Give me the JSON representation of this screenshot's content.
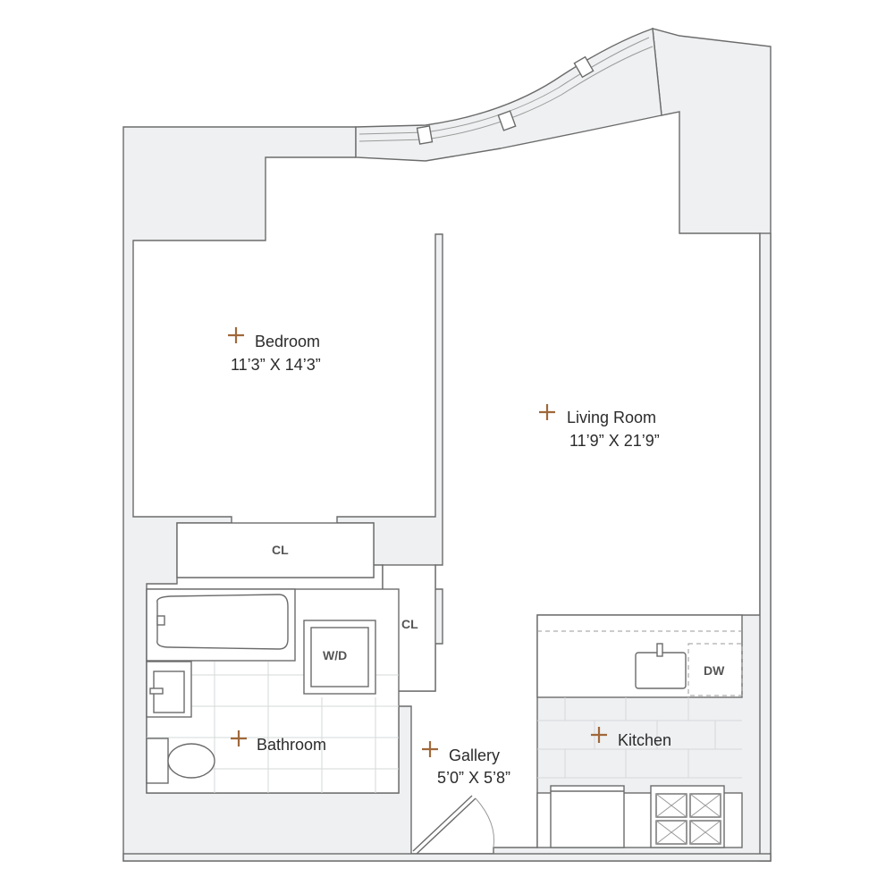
{
  "colors": {
    "wall_fill": "#eef0f1",
    "wall_stroke": "#6b6b6b",
    "marker": "#a0683a",
    "text": "#2b2b2b",
    "fixture_text": "#555555"
  },
  "rooms": {
    "bedroom": {
      "name": "Bedroom",
      "dims": "11’3” X 14’3”"
    },
    "living_room": {
      "name": "Living Room",
      "dims": "11’9” X 21’9”"
    },
    "bathroom": {
      "name": "Bathroom"
    },
    "gallery": {
      "name": "Gallery",
      "dims": "5’0” X 5’8”"
    },
    "kitchen": {
      "name": "Kitchen"
    }
  },
  "fixtures": {
    "bedroom_closet": "CL",
    "gallery_closet": "CL",
    "washer_dryer": "W/D",
    "dishwasher": "DW"
  },
  "icons": {
    "room_marker": "plus-icon",
    "toilet": "toilet-icon",
    "bathtub": "bathtub-icon",
    "sink": "sink-icon",
    "stove": "stove-icon",
    "door_swing": "door-swing-icon"
  }
}
